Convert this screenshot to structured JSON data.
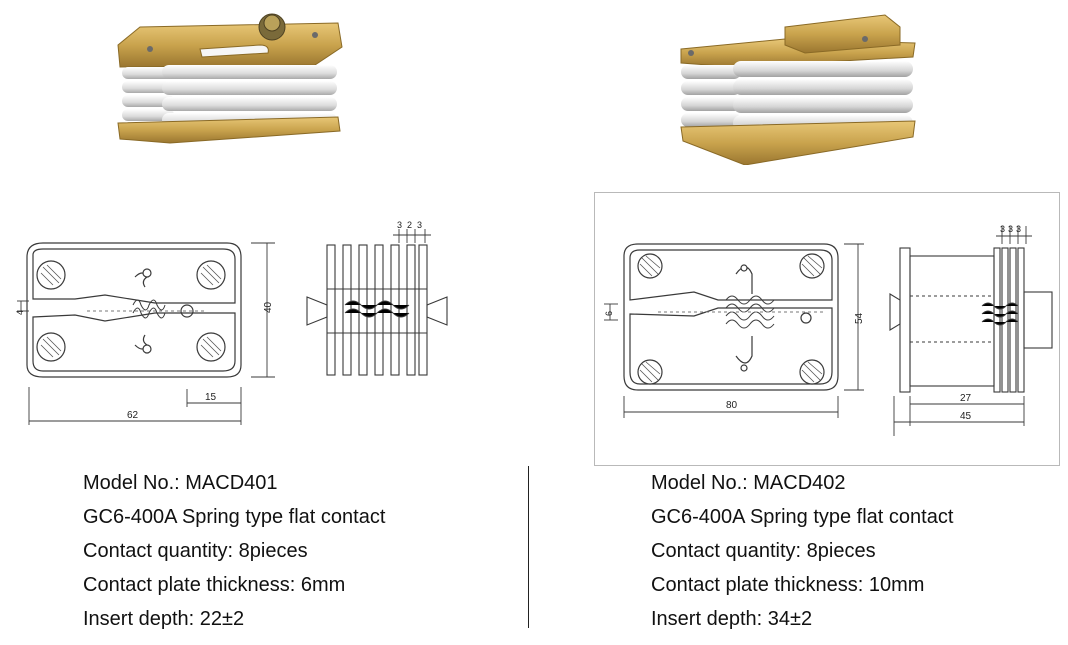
{
  "products": [
    {
      "photo_alt": "MACD401 contact assembly photo",
      "dims": {
        "a": "3",
        "b": "2",
        "c": "3",
        "left_gap": "4",
        "height": "40",
        "insert": "15",
        "width": "62"
      },
      "specs": {
        "model": "Model No.: MACD401",
        "name": "GC6-400A Spring type flat contact",
        "quantity": "Contact quantity: 8pieces",
        "thickness": "Contact plate thickness: 6mm",
        "depth": "Insert depth: 22±2"
      }
    },
    {
      "photo_alt": "MACD402 contact assembly photo",
      "dims": {
        "a": "3",
        "b": "3",
        "c": "3",
        "left_gap": "6",
        "height": "54",
        "width": "80",
        "insert": "27",
        "depth": "45"
      },
      "specs": {
        "model": "Model No.: MACD402",
        "name": "GC6-400A Spring type flat contact",
        "quantity": "Contact quantity: 8pieces",
        "thickness": "Contact plate thickness: 10mm",
        "depth": "Insert depth: 34±2"
      }
    }
  ],
  "colors": {
    "brass": "#c9a34d",
    "brass_dark": "#8f6f28",
    "plate": "#e8e8e6",
    "line": "#3a3a3a"
  }
}
